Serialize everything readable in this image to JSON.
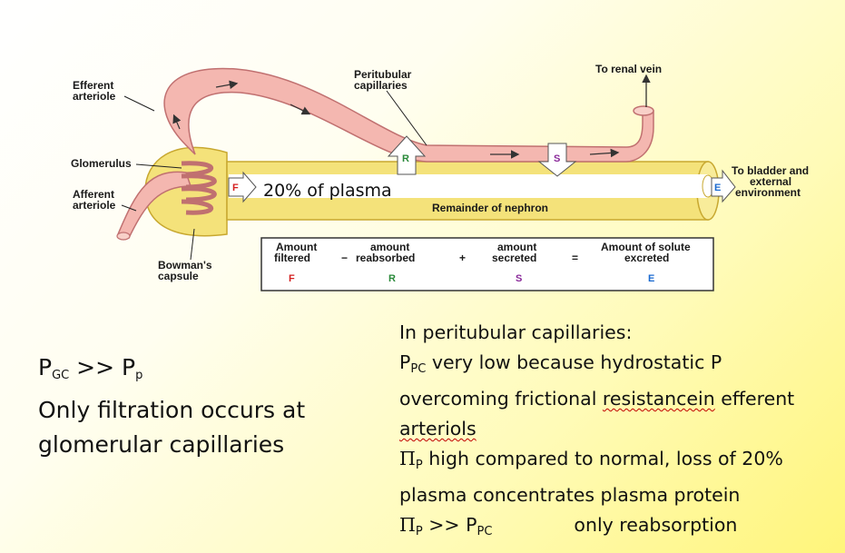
{
  "diagram": {
    "labels": {
      "efferent_line1": "Efferent",
      "efferent_line2": "arteriole",
      "peritubular_line1": "Peritubular",
      "peritubular_line2": "capillaries",
      "renal_vein": "To renal vein",
      "glomerulus": "Glomerulus",
      "afferent_line1": "Afferent",
      "afferent_line2": "arteriole",
      "bowman_line1": "Bowman's",
      "bowman_line2": "capsule",
      "bladder_line1": "To bladder and",
      "bladder_line2": "external",
      "bladder_line3": "environment",
      "remainder": "Remainder of nephron",
      "plasma_fraction": "20% of plasma"
    },
    "letters": {
      "F": "F",
      "R": "R",
      "S": "S",
      "E": "E"
    },
    "equation": {
      "term1_line1": "Amount",
      "term1_line2": "filtered",
      "op1": "−",
      "term2_line1": "amount",
      "term2_line2": "reabsorbed",
      "op2": "+",
      "term3_line1": "amount",
      "term3_line2": "secreted",
      "op3": "=",
      "term4_line1": "Amount of solute",
      "term4_line2": "excreted",
      "letter1": "F",
      "letter2": "R",
      "letter3": "S",
      "letter4": "E"
    },
    "colors": {
      "capillary": "#f4b7b0",
      "tubule": "#f4e27a",
      "F": "#d42020",
      "R": "#2a8a3a",
      "S": "#8a2a9a",
      "E": "#1a6ad0"
    }
  },
  "left_text": {
    "p_main": "P",
    "p_gc_sub": "GC",
    "gt": " >> P",
    "p_p_sub": "p",
    "line2": "Only filtration occurs at",
    "line3": "glomerular capillaries"
  },
  "right_text": {
    "line1": "In peritubular capillaries:",
    "p": "P",
    "pc_sub": "PC",
    "line2_rest": " very low because hydrostatic P",
    "line3_a": "overcoming frictional ",
    "line3_b": "resistancein",
    "line3_c": " efferent",
    "line4": "arteriols",
    "pi": "Π",
    "p_sub": "P",
    "line5_rest": " high compared to normal, loss of 20%",
    "line6": "plasma concentrates plasma protein",
    "line7_mid": " >> P",
    "line7_end": "only reabsorption"
  }
}
